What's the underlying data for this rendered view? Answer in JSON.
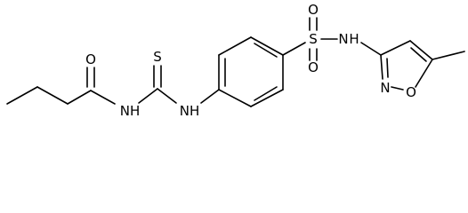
{
  "atoms": {
    "carbonyl_oxygen": "O",
    "amide_nh": "NH",
    "thiocarbonyl_sulfur": "S",
    "thiourea_nh": "NH",
    "sulfonyl_sulfur": "S",
    "sulfonyl_oxygen_top": "O",
    "sulfonyl_oxygen_bottom": "O",
    "sulfonamide_nh": "N",
    "sulfonamide_h": "H",
    "isoxazole_nitrogen": "N",
    "isoxazole_oxygen": "O"
  }
}
